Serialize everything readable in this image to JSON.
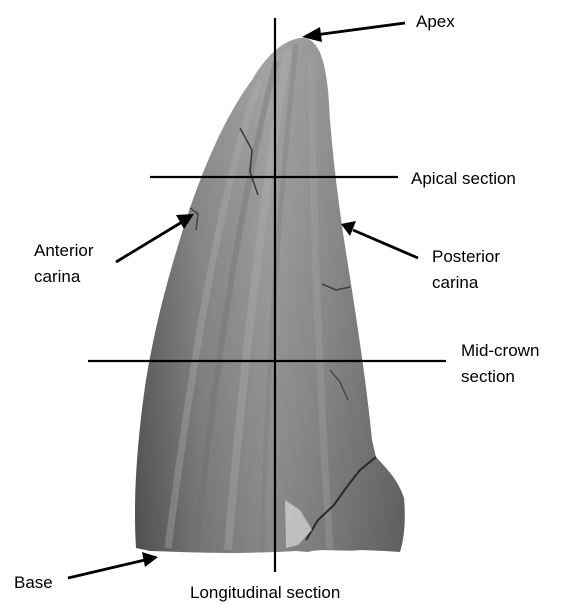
{
  "labels": {
    "apex": "Apex",
    "apical_section": "Apical section",
    "anterior_carina_line1": "Anterior",
    "anterior_carina_line2": "carina",
    "posterior_carina_line1": "Posterior",
    "posterior_carina_line2": "carina",
    "mid_crown_line1": "Mid-crown",
    "mid_crown_line2": "section",
    "base": "Base",
    "longitudinal_section": "Longitudinal section"
  },
  "colors": {
    "background": "#ffffff",
    "lines": "#000000",
    "tooth_dark": "#5f5f5f",
    "tooth_mid": "#8c8c8c",
    "tooth_light": "#a9a9a9"
  }
}
